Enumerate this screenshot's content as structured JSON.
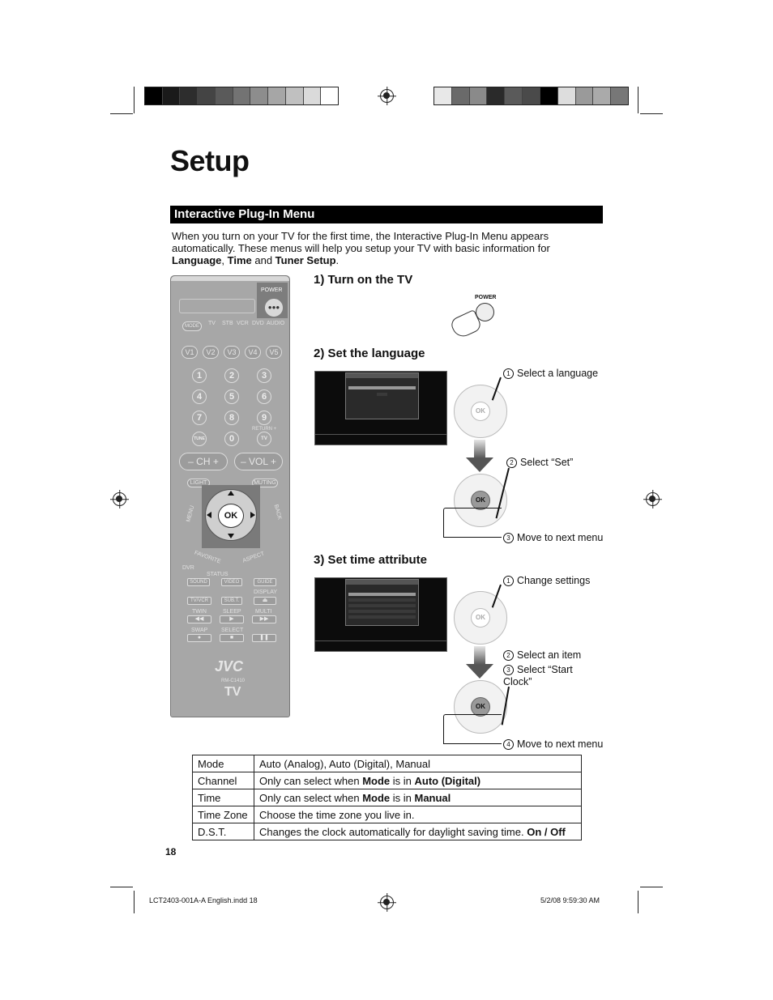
{
  "page": {
    "title": "Setup",
    "section_title": "Interactive Plug-In Menu",
    "intro_plain": "When you turn on your TV for the first time, the Interactive Plug-In Menu appears automatically. These menus will help you setup your TV with basic information for ",
    "intro_b1": "Language",
    "intro_sep1": ", ",
    "intro_b2": "Time",
    "intro_and": " and ",
    "intro_b3": "Tuner Setup",
    "intro_end": ".",
    "page_number": "18"
  },
  "steps": {
    "step1": "1)  Turn on the TV",
    "step2": "2)  Set the language",
    "step3": "3)  Set time attribute",
    "power_label": "POWER"
  },
  "labels": {
    "select_language": "Select a language",
    "select_set": "Select “Set”",
    "move_next_1": "Move to next menu",
    "change_settings": "Change settings",
    "select_item": "Select an item",
    "select_start_clock": "Select “Start Clock”",
    "move_next_2": "Move to next menu",
    "ok": "OK",
    "n1": "1",
    "n2": "2",
    "n3": "3",
    "n4": "4"
  },
  "remote": {
    "power": "POWER",
    "mode": "MODE",
    "sources": [
      "TV",
      "STB",
      "VCR",
      "DVD",
      "AUDIO"
    ],
    "v_buttons": [
      "V1",
      "V2",
      "V3",
      "V4",
      "V5"
    ],
    "numbers": [
      "1",
      "2",
      "3",
      "4",
      "5",
      "6",
      "7",
      "8",
      "9"
    ],
    "tune": "TUNE",
    "zero": "0",
    "tv": "TV",
    "return": "RETURN +",
    "ch": "– CH +",
    "vol": "– VOL +",
    "light": "LIGHT",
    "muting": "MUTING",
    "menu": "MENU",
    "back": "BACK",
    "favorite": "FAVORITE",
    "aspect": "ASPECT",
    "ok": "OK",
    "dvr": "DVR",
    "status": "STATUS",
    "sound": "SOUND",
    "video": "VIDEO",
    "guide": "GUIDE",
    "tvvcr": "TV/VCR",
    "subt": "SUB.T.",
    "display": "DISPLAY",
    "twin": "TWIN",
    "sleep": "SLEEP",
    "multi": "MULTI",
    "swap": "SWAP",
    "select": "SELECT",
    "brand": "JVC",
    "model": "RM-C1410",
    "tv_logo": "TV"
  },
  "table": {
    "rows": [
      {
        "term": "Mode",
        "desc": "Auto (Analog), Auto (Digital), Manual",
        "b1": "",
        "mid": "",
        "b2": "",
        "tail": ""
      },
      {
        "term": "Channel",
        "desc": "Only can select when ",
        "b1": "Mode",
        "mid": " is in ",
        "b2": "Auto (Digital)",
        "tail": ""
      },
      {
        "term": "Time",
        "desc": "Only can select when ",
        "b1": "Mode",
        "mid": " is in ",
        "b2": "Manual",
        "tail": ""
      },
      {
        "term": "Time Zone",
        "desc": "Choose the time zone you live in.",
        "b1": "",
        "mid": "",
        "b2": "",
        "tail": ""
      },
      {
        "term": "D.S.T.",
        "desc": "Changes the clock automatically for daylight saving time.  ",
        "b1": "",
        "mid": "",
        "b2": "On / Off",
        "tail": ""
      }
    ]
  },
  "footer": {
    "file": "LCT2403-001A-A English.indd   18",
    "date": "5/2/08   9:59:30 AM"
  }
}
